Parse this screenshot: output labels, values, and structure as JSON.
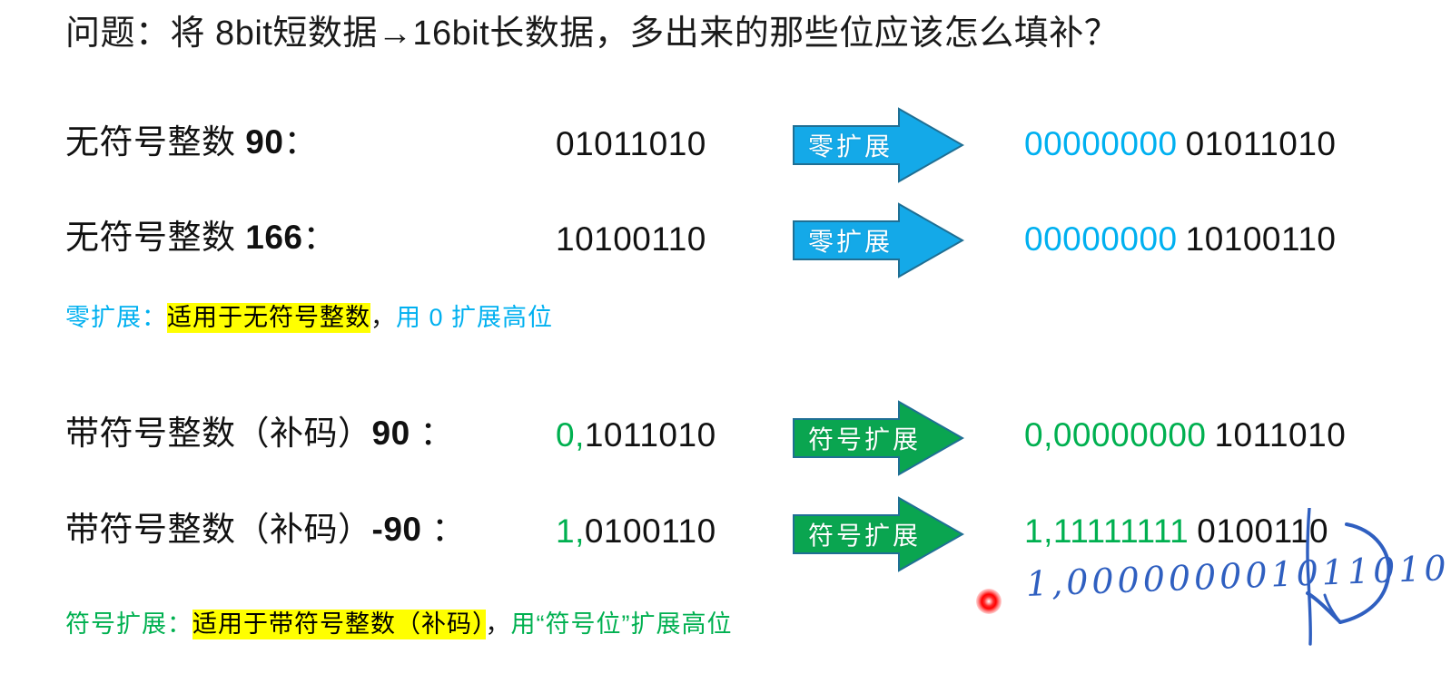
{
  "slide": {
    "title": "问题：将 8bit短数据→16bit长数据，多出来的那些位应该怎么填补？",
    "background_color": "#ffffff"
  },
  "colors": {
    "zero_extend_blue": "#00b0f0",
    "sign_extend_green": "#00b050",
    "highlight_yellow": "#ffff00",
    "ink_blue": "#2f5fc0",
    "laser_red": "#ff0000",
    "text_black": "#111111"
  },
  "rows": [
    {
      "label_prefix": "无符号整数 ",
      "label_value": "90",
      "label_suffix": "：",
      "source_bits": "01011010",
      "arrow_label": "零扩展",
      "arrow_color": "#00b0f0",
      "result_extension": "00000000",
      "result_original": "01011010",
      "extension_color": "#00b0f0"
    },
    {
      "label_prefix": "无符号整数 ",
      "label_value": "166",
      "label_suffix": "：",
      "source_bits": "10100110",
      "arrow_label": "零扩展",
      "arrow_color": "#00b0f0",
      "result_extension": "00000000",
      "result_original": "10100110",
      "extension_color": "#00b0f0"
    },
    {
      "label_prefix": "带符号整数（补码）",
      "label_value": "90",
      "label_suffix": " ：",
      "source_sign": "0,",
      "source_bits": "1011010",
      "arrow_label": "符号扩展",
      "arrow_color": "#00b050",
      "result_extension": "0,00000000",
      "result_original": "1011010",
      "extension_color": "#00b050"
    },
    {
      "label_prefix": "带符号整数（补码）",
      "label_value": "-90",
      "label_suffix": " ：",
      "source_sign": "1,",
      "source_bits": "0100110",
      "arrow_label": "符号扩展",
      "arrow_color": "#00b050",
      "result_extension": "1,11111111",
      "result_original": "0100110",
      "extension_color": "#00b050"
    }
  ],
  "notes": {
    "zero": {
      "lead": "零扩展：",
      "highlight": "适用于无符号整数",
      "comma": "，",
      "tail": "用 0 扩展高位"
    },
    "sign": {
      "lead": "符号扩展：",
      "highlight": "适用于带符号整数（补码）",
      "comma": "，",
      "tail": "用“符号位”扩展高位"
    }
  },
  "annotation": {
    "handwriting": "1,000000001011010",
    "laser_pointer": "red-laser-dot"
  }
}
